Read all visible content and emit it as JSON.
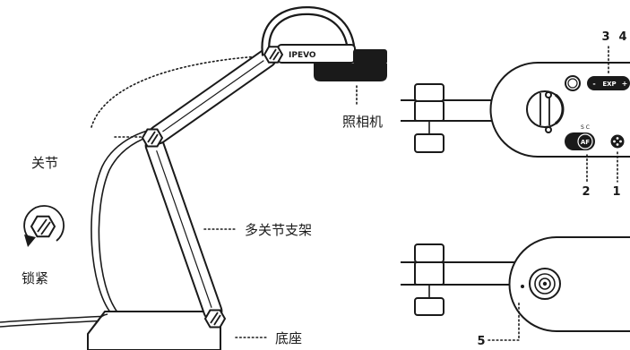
{
  "diagram": {
    "camera_brand": "IPEVO",
    "labels": {
      "camera": "照相机",
      "joint": "关节",
      "lock": "锁紧",
      "stand": "多关节支架",
      "base": "底座"
    },
    "top_view": {
      "exp_minus": "-",
      "exp_label": "EXP",
      "exp_plus": "+",
      "af_label": "AF",
      "af_sub": "S C",
      "callouts": [
        "1",
        "2",
        "3",
        "4"
      ]
    },
    "bottom_view": {
      "callouts": [
        "5"
      ]
    }
  },
  "colors": {
    "ink": "#1a1a1a",
    "paper": "#ffffff"
  }
}
